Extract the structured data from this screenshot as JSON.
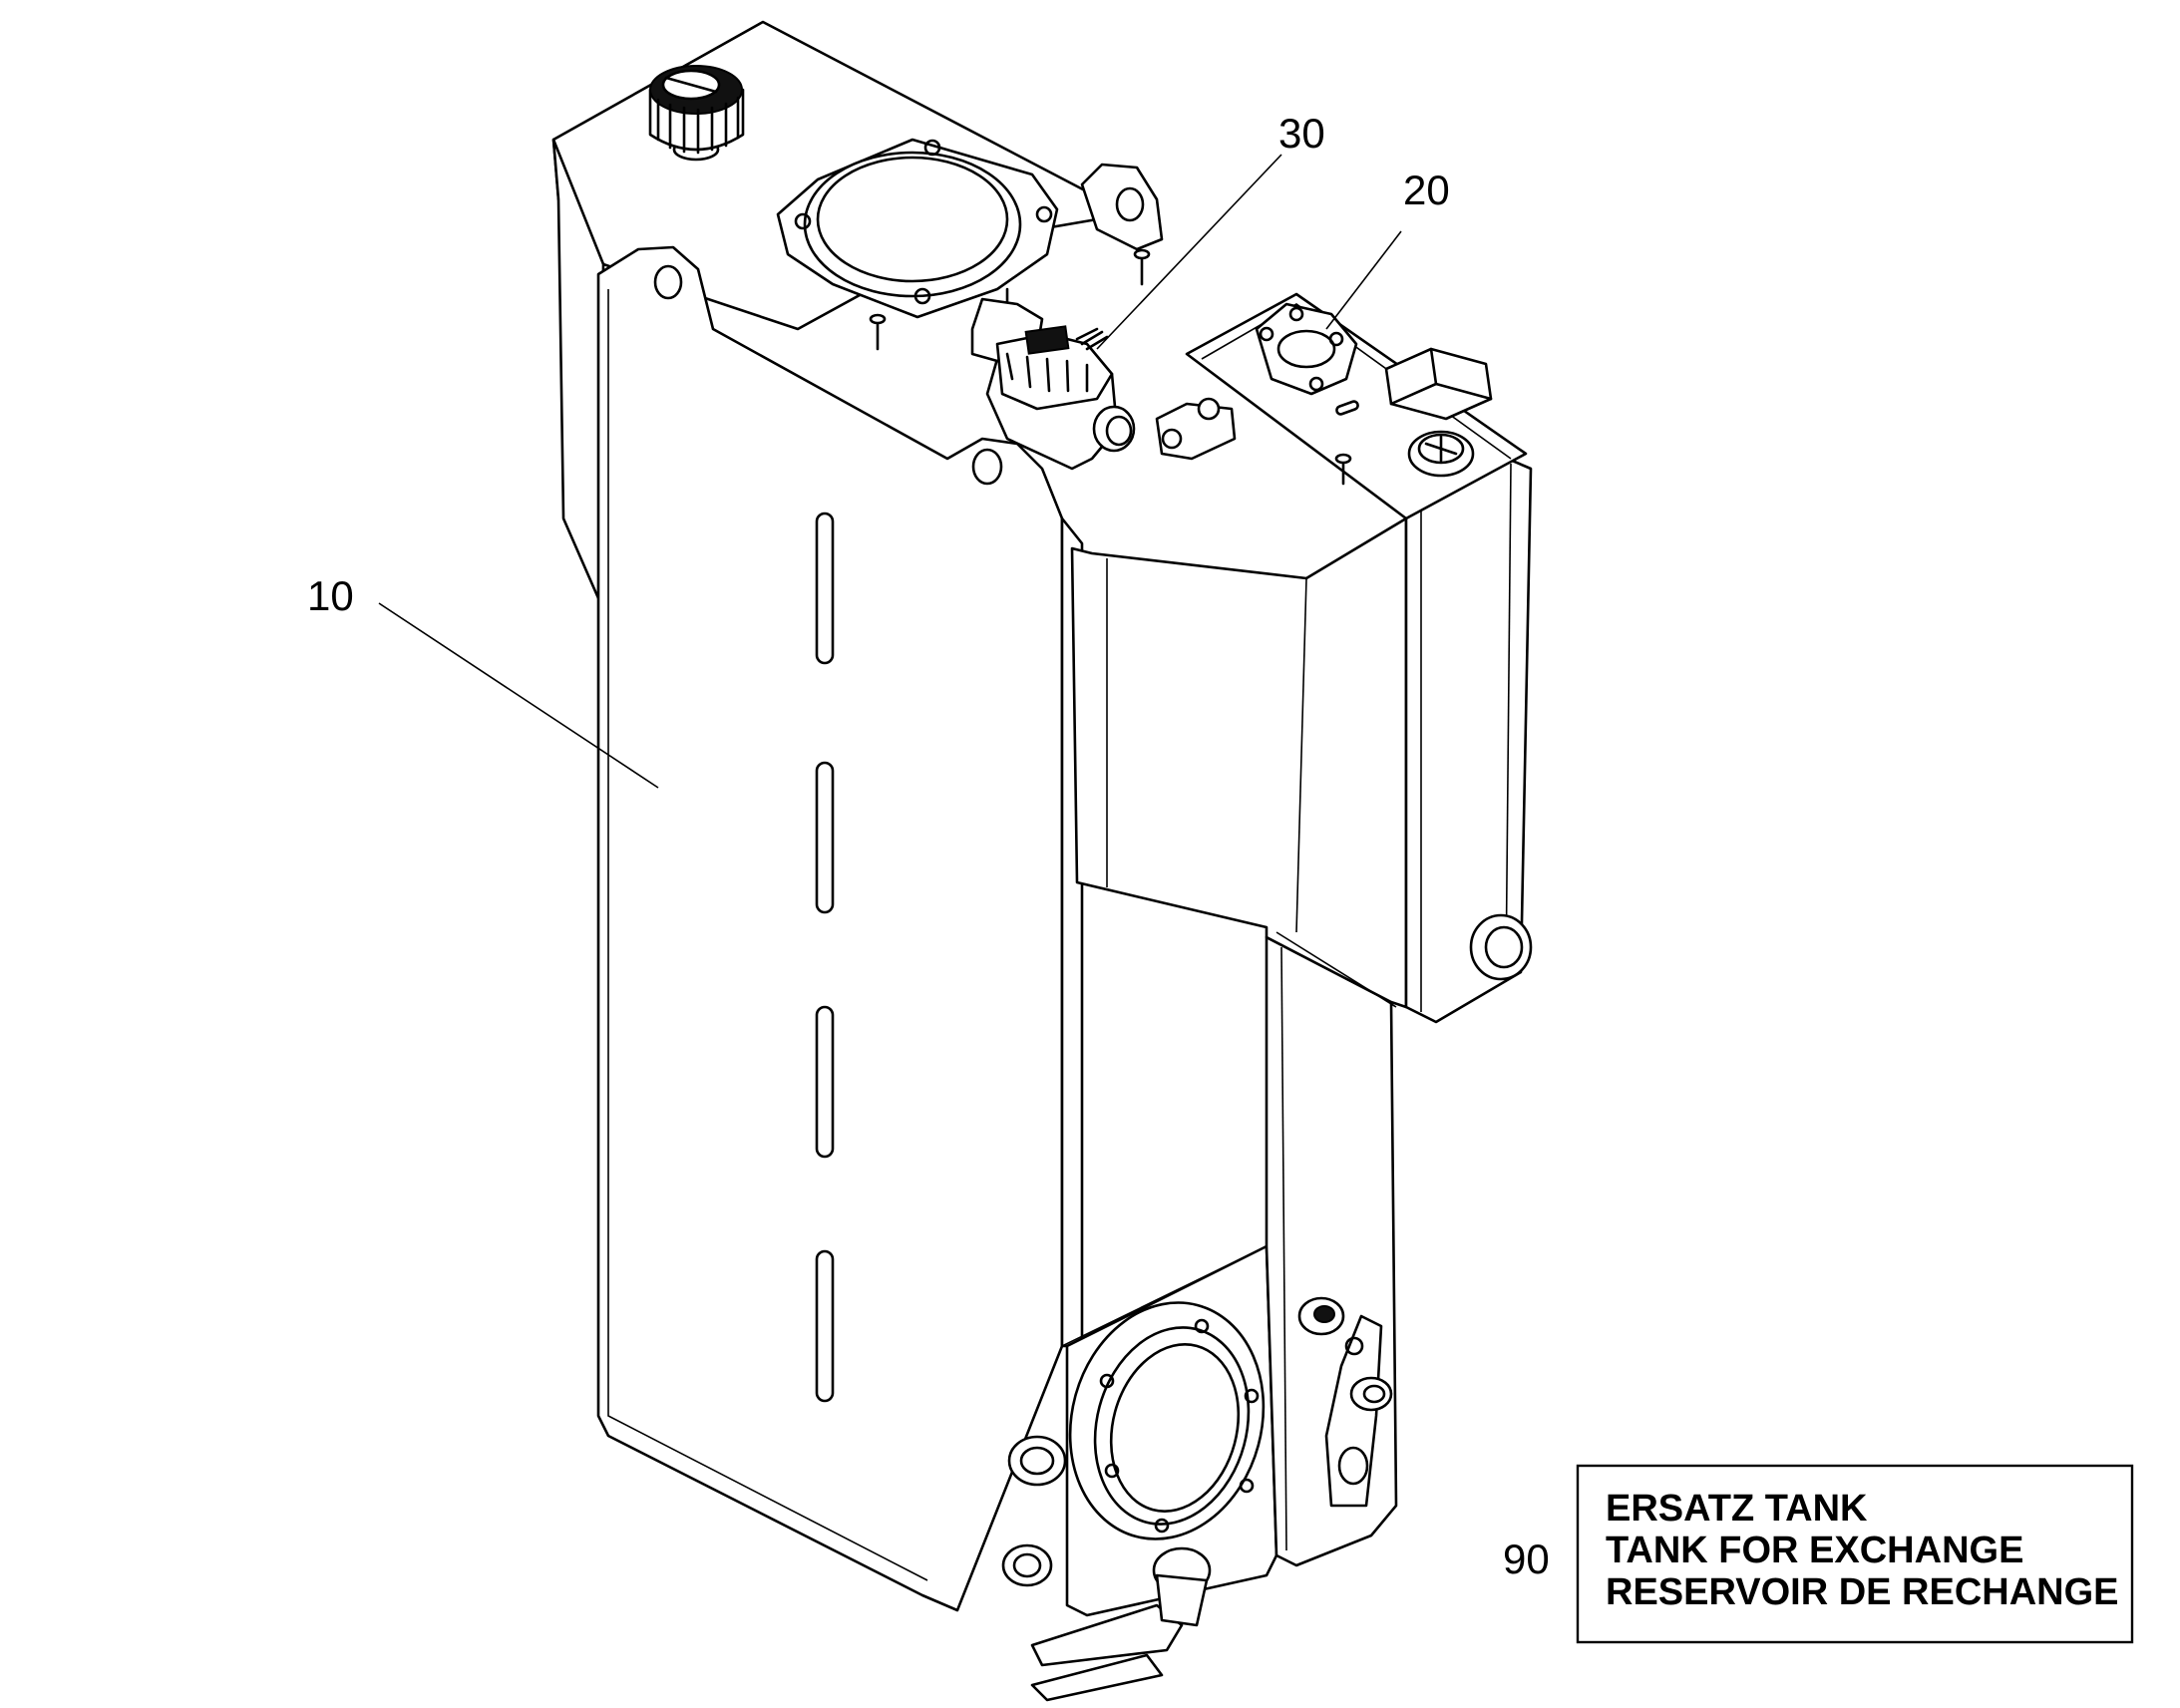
{
  "callouts": {
    "part_10": "10",
    "part_20": "20",
    "part_30": "30",
    "part_90": "90"
  },
  "label_box": {
    "line_1": "ERSATZ TANK",
    "line_2": "TANK FOR EXCHANGE",
    "line_3": "RESERVOIR DE RECHANGE"
  },
  "colors": {
    "line": "#000000",
    "background": "#ffffff"
  }
}
